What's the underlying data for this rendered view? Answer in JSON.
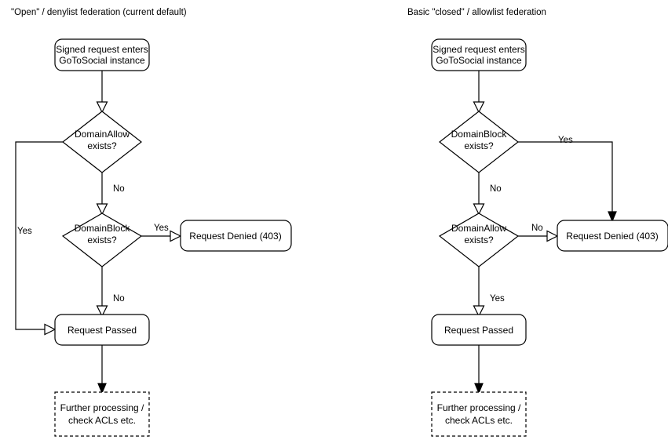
{
  "page": {
    "title": "Federation mode request flow comparison",
    "background": "#ffffff",
    "line_color": "#000000",
    "text_color": "#000000"
  },
  "columns": [
    {
      "id": "open-denylist",
      "title": "\"Open\" / denylist federation (current default)",
      "nodes": {
        "entry": "Signed request enters\nGoToSocial instance",
        "entry_line1": "Signed request enters",
        "entry_line2": "GoToSocial instance",
        "decision_1_line1": "DomainAllow",
        "decision_1_line2": "exists?",
        "decision_2_line1": "DomainBlock",
        "decision_2_line2": "exists?",
        "denied": "Request Denied (403)",
        "passed": "Request Passed",
        "further_line1": "Further processing /",
        "further_line2": "check ACLs etc."
      },
      "edge_labels": {
        "allow_no": "No",
        "allow_yes": "Yes",
        "block_yes": "Yes",
        "block_no": "No"
      }
    },
    {
      "id": "closed-allowlist",
      "title": "Basic \"closed\" / allowlist federation",
      "nodes": {
        "entry_line1": "Signed request enters",
        "entry_line2": "GoToSocial instance",
        "decision_1_line1": "DomainBlock",
        "decision_1_line2": "exists?",
        "decision_2_line1": "DomainAllow",
        "decision_2_line2": "exists?",
        "denied": "Request Denied (403)",
        "passed": "Request Passed",
        "further_line1": "Further processing /",
        "further_line2": "check ACLs etc."
      },
      "edge_labels": {
        "block_yes": "Yes",
        "block_no": "No",
        "allow_no": "No",
        "allow_yes": "Yes"
      }
    }
  ]
}
